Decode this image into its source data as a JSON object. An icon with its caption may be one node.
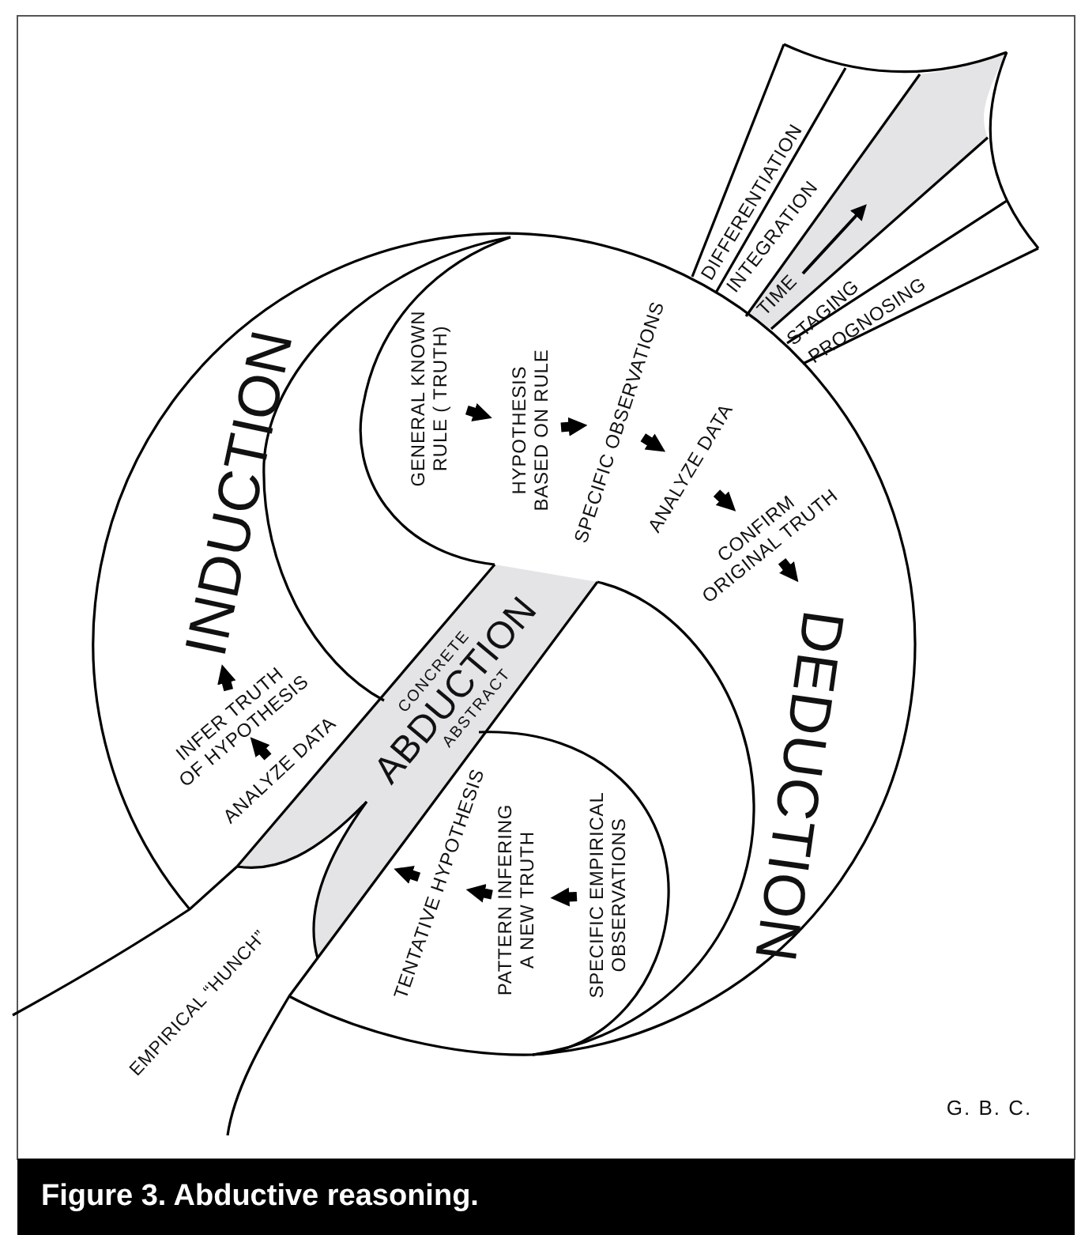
{
  "diagram": {
    "caption": "Figure 3. Abductive reasoning.",
    "nodes": [
      {
        "text": [
          "GENERAL KNOWN RULE ( TRUTH)"
        ]
      },
      {
        "text": [
          "HYPOTHESIS BASED ON RULE"
        ]
      },
      {
        "text": [
          "SPECIFIC OBSERVATIONS"
        ]
      },
      {
        "text": [
          "ANALYZE DATA"
        ]
      },
      {
        "text": [
          "CONFIRM ORIGINAL TRUTH"
        ]
      },
      {
        "text": [
          "ANALYZE DATA"
        ]
      },
      {
        "text": [
          "INFER TRUTH OF HYPOTHESIS"
        ]
      },
      {
        "text": [
          "SPECIFIC EMPIRICAL OBSERVATIONS"
        ]
      },
      {
        "text": [
          "PATTERN INFERING A NEW TRUTH"
        ]
      },
      {
        "text": [
          "TENTATIVE HYPOTHESIS"
        ]
      },
      {
        "text": [
          "INDUCTION"
        ]
      },
      {
        "text": [
          "CONCRETE",
          "ABDUCTION",
          "ABSTRACT"
        ]
      },
      {
        "text": [
          "DEDUCTION"
        ]
      }
    ],
    "edges": [
      {
        "from": 0,
        "to": 1,
        "arrow": "to"
      },
      {
        "from": 1,
        "to": 2,
        "arrow": "to"
      },
      {
        "from": 2,
        "to": 3,
        "arrow": "to"
      },
      {
        "from": 3,
        "to": 4,
        "arrow": "to"
      },
      {
        "from": 4,
        "to": 12,
        "arrow": "to"
      },
      {
        "from": 5,
        "to": 6,
        "arrow": "to"
      },
      {
        "from": 6,
        "to": 10,
        "arrow": "to"
      },
      {
        "from": 7,
        "to": 8,
        "arrow": "to"
      },
      {
        "from": 8,
        "to": 9,
        "arrow": "to"
      },
      {
        "from": 9,
        "to": 11,
        "arrow": "to"
      }
    ],
    "labels": [
      "DIFFERENTIATION",
      "INTEGRATION",
      "TIME",
      "STAGING",
      "PROGNOSING",
      "EMPIRICAL “HUNCH”",
      "G. B. C."
    ]
  }
}
